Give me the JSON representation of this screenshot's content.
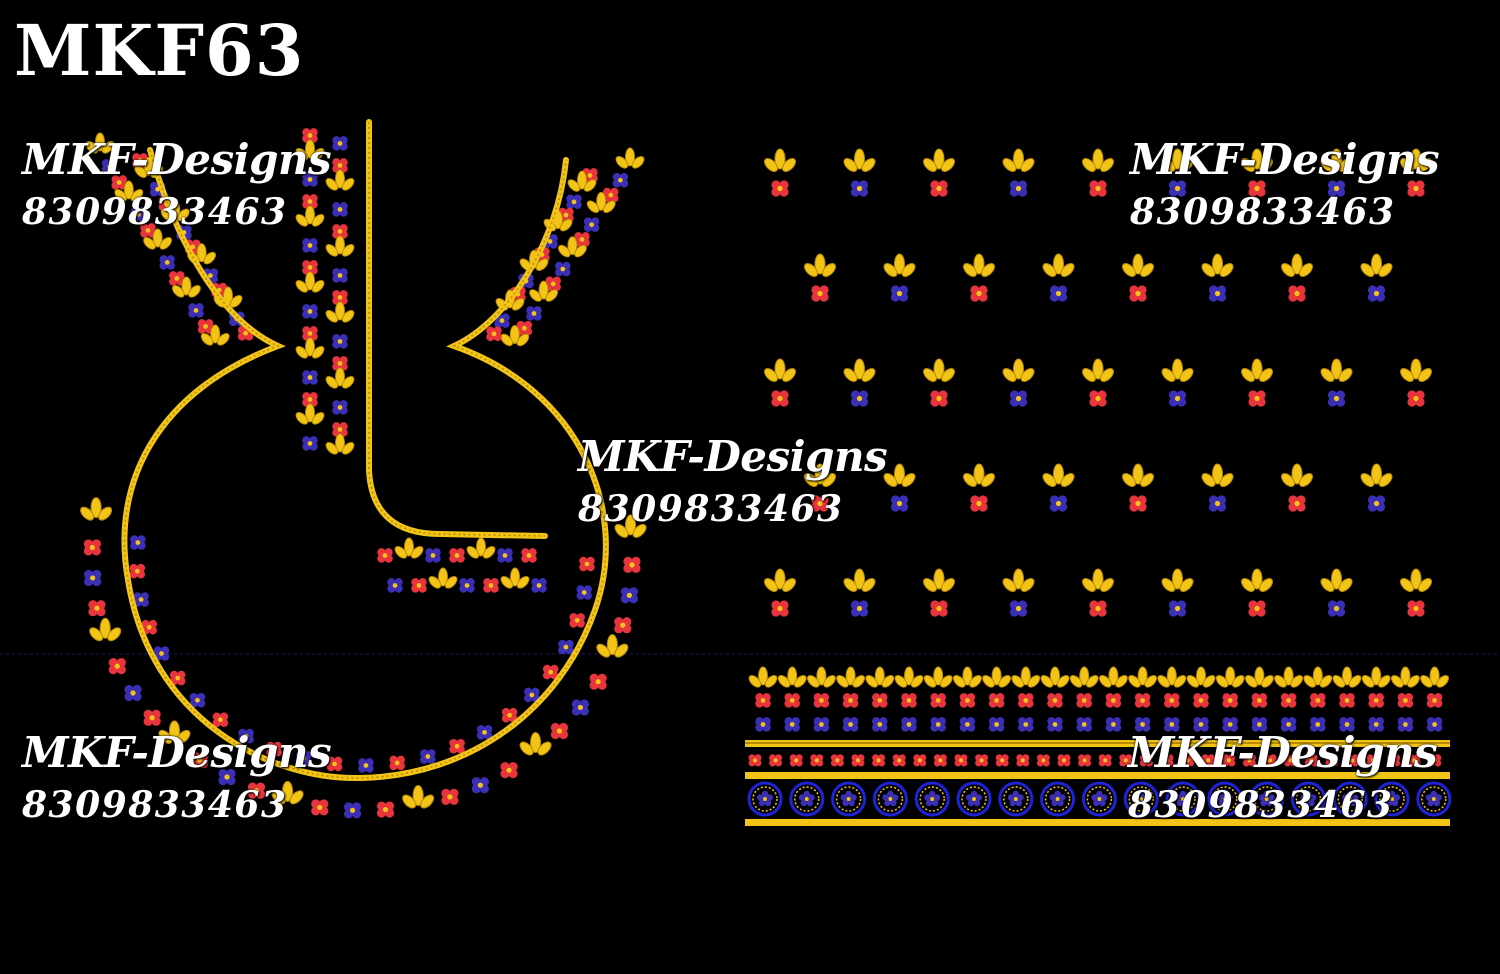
{
  "design_code": "MKF63",
  "watermarks": [
    {
      "brand": "MKF-Designs",
      "phone": "8309833463"
    },
    {
      "brand": "MKF-Designs",
      "phone": "8309833463"
    },
    {
      "brand": "MKF-Designs",
      "phone": "8309833463"
    },
    {
      "brand": "MKF-Designs",
      "phone": "8309833463"
    },
    {
      "brand": "MKF-Designs",
      "phone": "8309833463"
    }
  ],
  "colors": {
    "background": "#000000",
    "gold": "#f2c417",
    "gold_dark": "#b88a00",
    "red": "#e8343c",
    "blue": "#3b2fb6",
    "blue_ring": "#1f22d6",
    "text": "#ffffff"
  },
  "motifs": {
    "neckline": "blouse-neckline-embroidery",
    "butta_grid": "leaf-flower-butta",
    "border": "floral-border-strip"
  }
}
